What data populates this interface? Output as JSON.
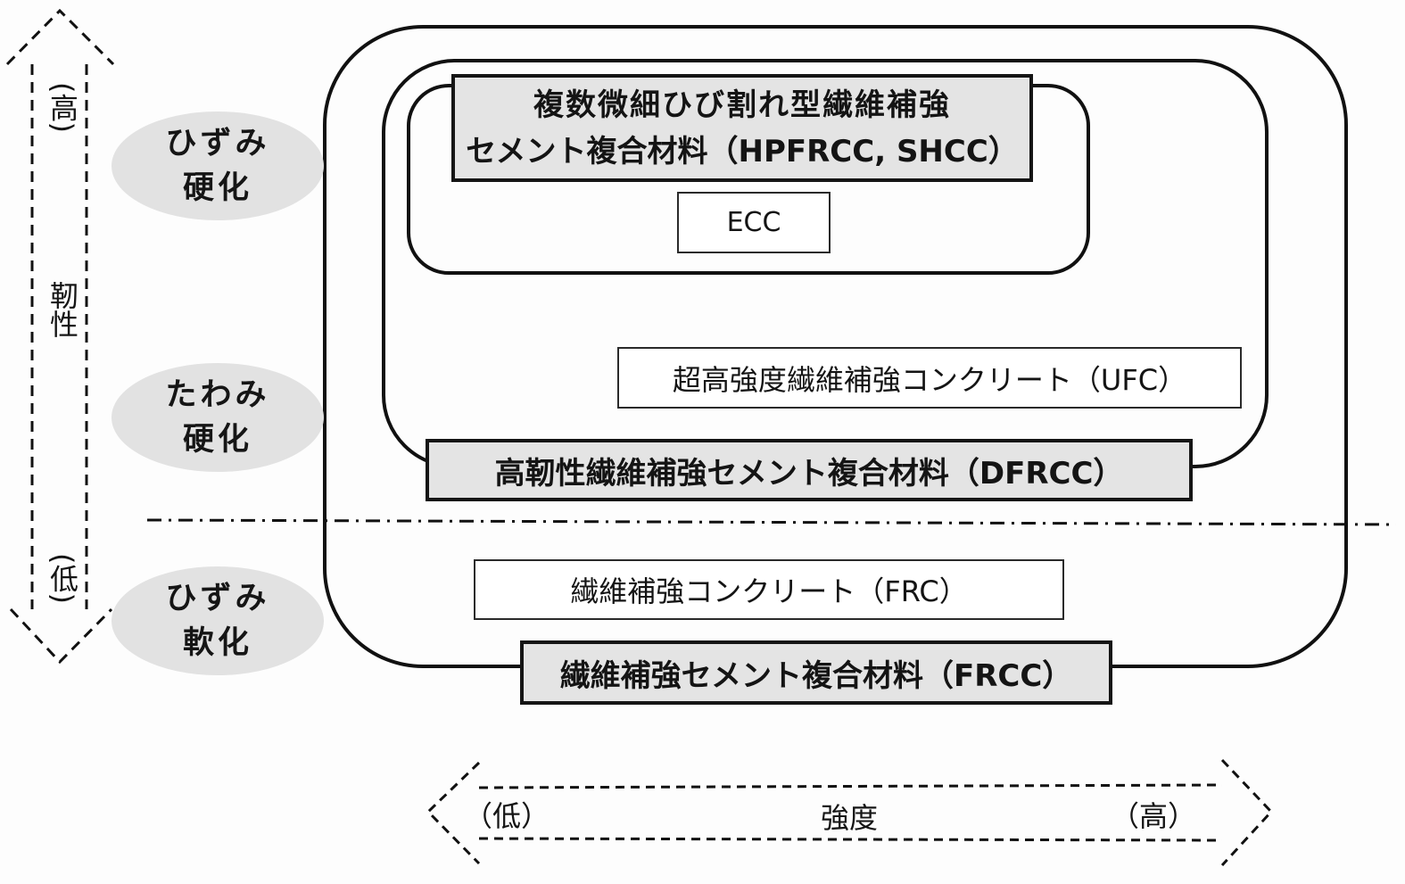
{
  "diagram": {
    "title": "",
    "toughness_axis": {
      "label": "靭性",
      "high": "(高)",
      "low": "(低)"
    },
    "strength_axis": {
      "label": "強度",
      "low": "（低）",
      "high": "（高）"
    },
    "behavior_labels": [
      {
        "line1": "ひずみ",
        "line2": "硬化"
      },
      {
        "line1": "たわみ",
        "line2": "硬化"
      },
      {
        "line1": "ひずみ",
        "line2": "軟化"
      }
    ],
    "categories": {
      "hpfrcc": {
        "line1": "複数微細ひび割れ型繊維補強",
        "line2": "セメント複合材料（HPFRCC, SHCC）"
      },
      "ecc": "ECC",
      "ufc": "超高強度繊維補強コンクリート（UFC）",
      "dfrcc": "高靭性繊維補強セメント複合材料（DFRCC）",
      "frc": "繊維補強コンクリート（FRC）",
      "frcc": "繊維補強セメント複合材料（FRCC）"
    },
    "hierarchy": [
      {
        "name": "FRCC",
        "contains": [
          "DFRCC",
          "FRC"
        ]
      },
      {
        "name": "DFRCC",
        "contains": [
          "HPFRCC",
          "UFC"
        ]
      },
      {
        "name": "HPFRCC",
        "contains": [
          "ECC"
        ]
      }
    ],
    "divider": "ひずみ軟化 / たわみ硬化 boundary"
  }
}
